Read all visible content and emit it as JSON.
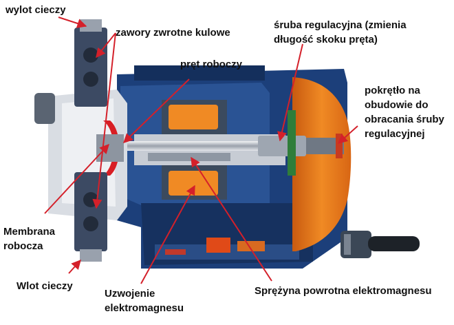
{
  "labels": {
    "outlet": [
      "wylot cieczy"
    ],
    "check_valves": [
      "zawory zwrotne kulowe"
    ],
    "working_rod": [
      "pręt roboczy"
    ],
    "adjust_screw": [
      "śruba regulacyjna (zmienia",
      "długość skoku pręta)"
    ],
    "knob": [
      "pokrętło na",
      "obudowie do",
      "obracania śruby",
      "regulacyjnej"
    ],
    "membrane": [
      "Membrana",
      "robocza"
    ],
    "inlet": [
      "Wlot cieczy"
    ],
    "winding": [
      "Uzwojenie",
      "elektromagnesu"
    ],
    "spring": [
      "Sprężyna powrotna elektromagnesu"
    ]
  },
  "colors": {
    "arrow": "#d4202a",
    "housing_dark": "#1c3f7a",
    "housing_mid": "#4a6fa8",
    "pale_gray": "#cfd4dc",
    "silver": "#b9bec6",
    "orange": "#e8731e",
    "coil_orange": "#f08a24",
    "text": "#111111"
  }
}
